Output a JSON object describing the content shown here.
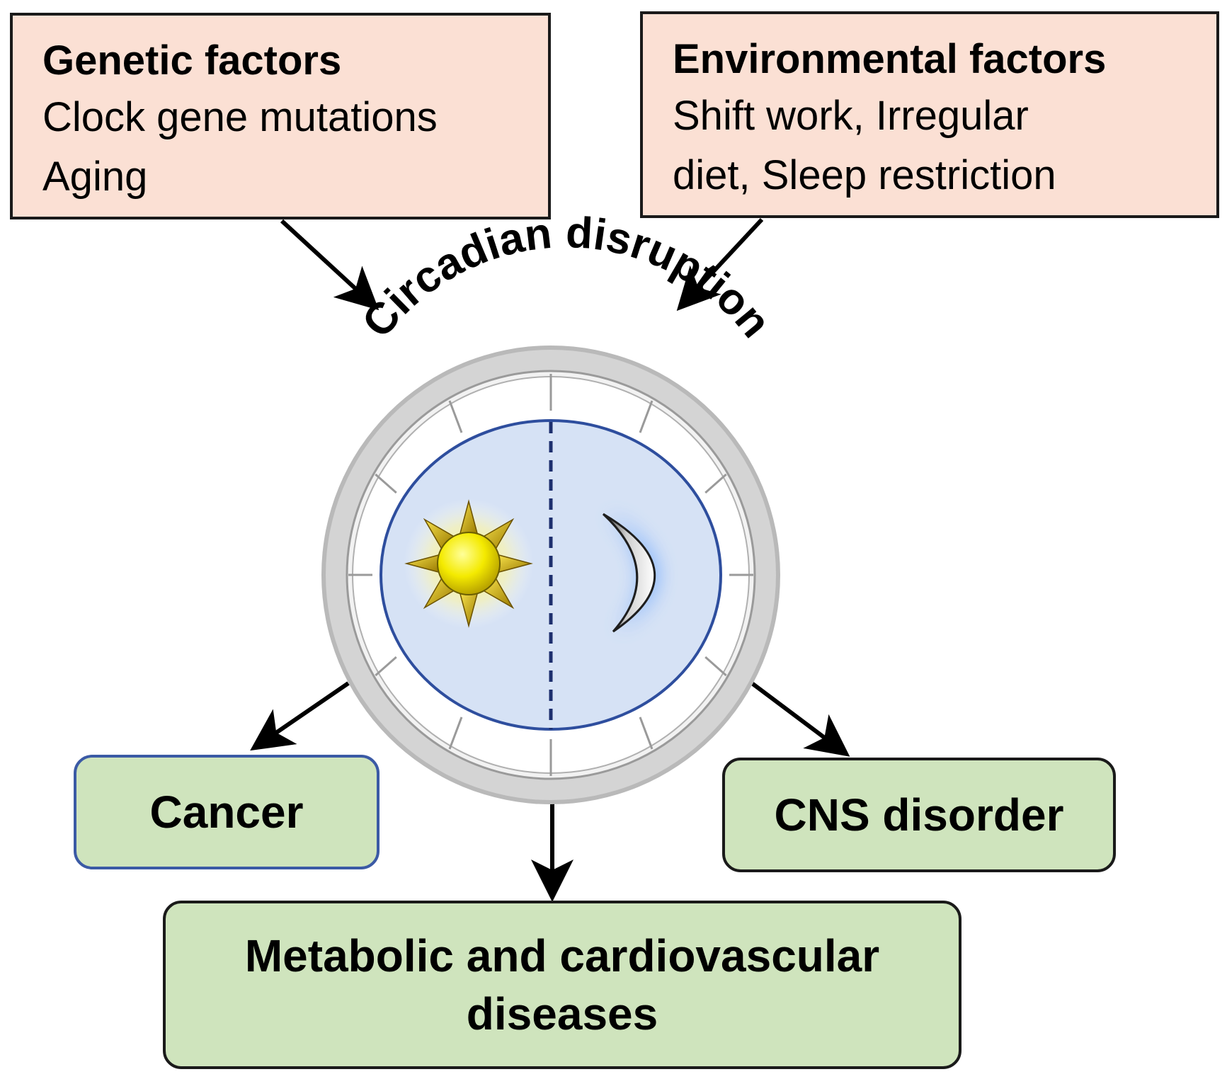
{
  "genetic": {
    "title": "Genetic factors",
    "line1": "Clock gene mutations",
    "line2": "Aging"
  },
  "environmental": {
    "title": "Environmental factors",
    "line1": "Shift work, Irregular",
    "line2": "diet, Sleep restriction"
  },
  "center": {
    "label": "Circadian disruption",
    "day_icon": "sun-icon",
    "night_icon": "moon-icon"
  },
  "outcomes": {
    "cancer": "Cancer",
    "cns": "CNS disorder",
    "metabolic_line1": "Metabolic and cardiovascular",
    "metabolic_line2": "diseases"
  },
  "colors": {
    "cause_fill": "#fbe0d4",
    "outcome_fill": "#cfe4bd",
    "clock_face": "#d6e2f5",
    "clock_border": "#2e4e9e",
    "sun": "#f2e200",
    "moon_glow": "#6aa6ff"
  }
}
